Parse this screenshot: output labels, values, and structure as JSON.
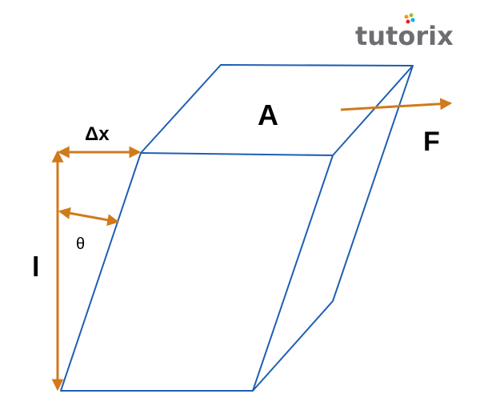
{
  "logo": {
    "text": "tutorix",
    "color": "#6d6e71",
    "dot_colors": [
      "#f7941d",
      "#8dc63f",
      "#ed1c24",
      "#00aeef"
    ]
  },
  "labels": {
    "area": "A",
    "force": "F",
    "displacement": "Δx",
    "length": "l",
    "angle": "θ"
  },
  "colors": {
    "solid_edges": "#1f5fb4",
    "arrows": "#d07a1c",
    "text": "#000000"
  }
}
